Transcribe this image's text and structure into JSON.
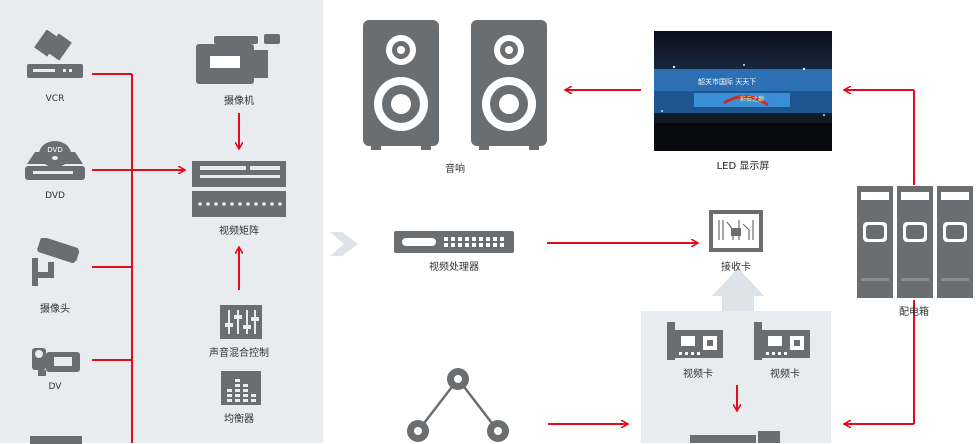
{
  "colors": {
    "panel": "#e8ecef",
    "icon": "#6b6e70",
    "line": "#e30d1f",
    "arrow_light": "#dde3e8"
  },
  "sources": {
    "vcr": "VCR",
    "dvd": "DVD",
    "camera_cctv": "摄像头",
    "dv": "DV"
  },
  "matrix_side": {
    "camcorder": "摄像机",
    "video_matrix": "视频矩阵",
    "audio_mixer": "声音混合控制",
    "equalizer": "均衡器"
  },
  "speakers": "音响",
  "led_screen": {
    "label": "LED 显示屏",
    "screen_text": "韶关市国际 天天下",
    "screen_subtext": "彩云之巅"
  },
  "video_processor": "视频处理器",
  "receiver_card": "接收卡",
  "distribution_box": "配电箱",
  "video_cards": [
    "视频卡",
    "视频卡"
  ],
  "icon_names": [
    "vcr-icon",
    "dvd-icon",
    "cctv-camera-icon",
    "dv-camera-icon",
    "camcorder-icon",
    "matrix-icon",
    "mixer-icon",
    "equalizer-icon",
    "speaker-icon",
    "led-screen-icon",
    "processor-icon",
    "receiver-card-icon",
    "distribution-box-icon",
    "video-card-icon",
    "network-icon"
  ]
}
